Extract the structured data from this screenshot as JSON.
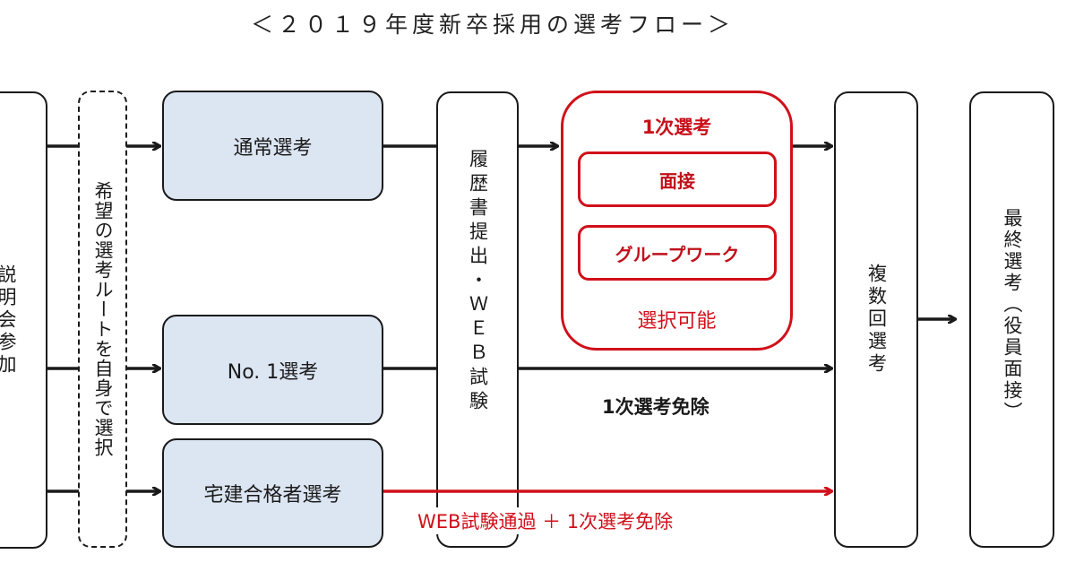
{
  "title": "＜２０１９年度新卒採用の選考フロー＞",
  "nodes": {
    "briefing": "説明会参加",
    "choose_route": "希望の選考ルートを自身で選択",
    "regular": "通常選考",
    "no1": "No. 1選考",
    "takken": "宅建合格者選考",
    "resume_web": "履歴書提出・ＷＥＢ試験",
    "first_selection": {
      "title": "1次選考",
      "options": [
        "面接",
        "グループワーク"
      ],
      "note": "選択可能"
    },
    "multiple": "複数回選考",
    "final": "最終選考（役員面接）"
  },
  "edge_labels": {
    "no1_exempt": "1次選考免除",
    "takken_exempt": "WEB試験通過 ＋ 1次選考免除"
  },
  "colors": {
    "accent_red": "#d0101a",
    "route_box_fill": "#dce5f2",
    "line": "#1a1a1a"
  }
}
